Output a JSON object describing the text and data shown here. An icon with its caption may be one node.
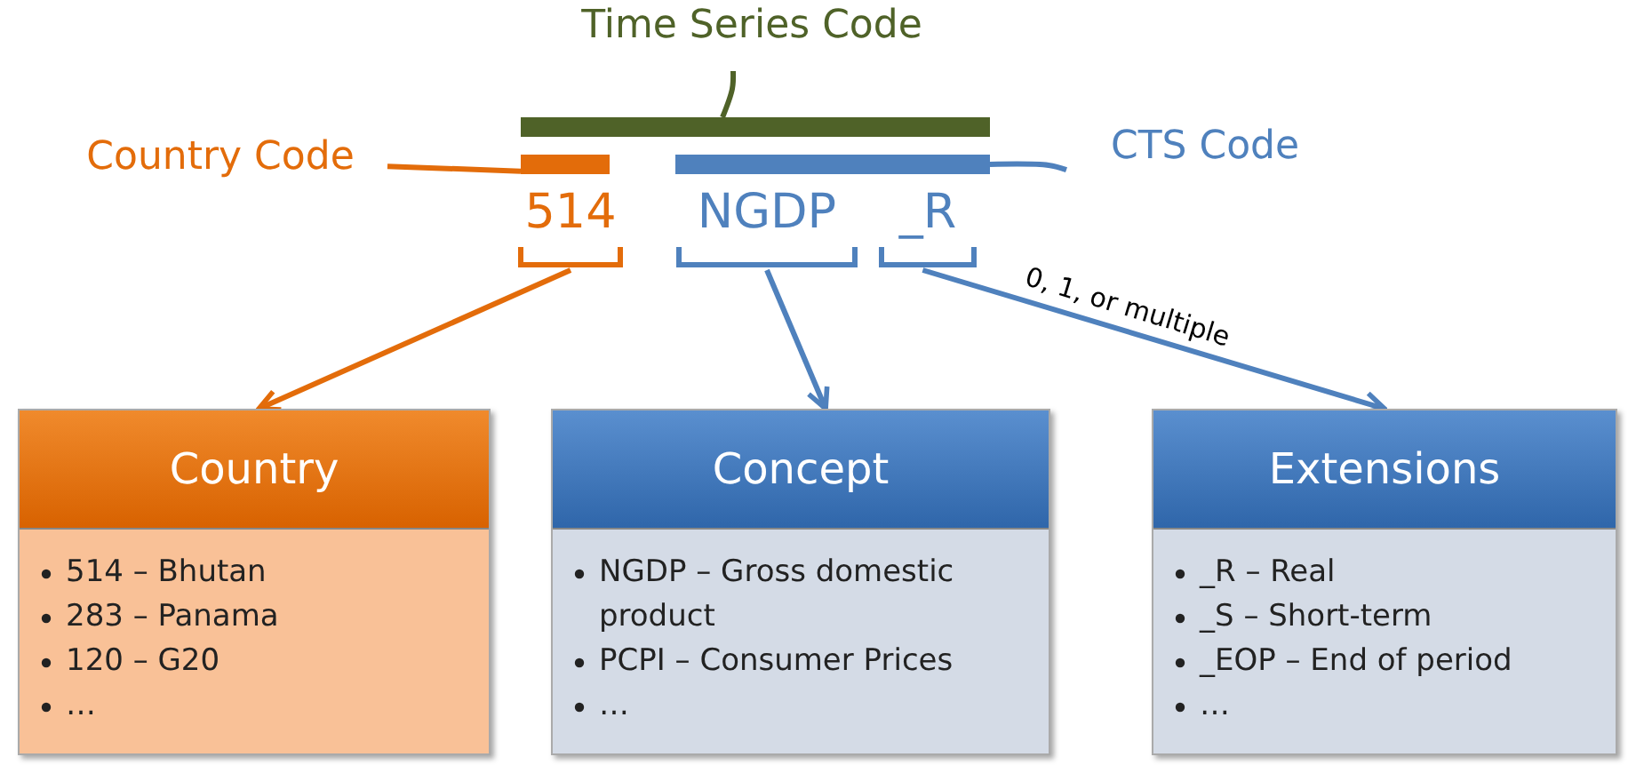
{
  "diagram": {
    "nodes": [
      {
        "text": [
          "Time Series Code"
        ]
      },
      {
        "text": [],
        "shape": "bar"
      },
      {
        "text": [
          "Country Code"
        ]
      },
      {
        "text": [],
        "shape": "bar"
      },
      {
        "text": [
          "CTS Code"
        ]
      },
      {
        "text": [],
        "shape": "bar"
      },
      {
        "text": [
          "514"
        ]
      },
      {
        "text": [
          "NGDP"
        ]
      },
      {
        "text": [
          "_R"
        ]
      },
      {
        "text": [
          "Country",
          "514 – Bhutan",
          "283 – Panama",
          "120 – G20",
          "…"
        ]
      },
      {
        "text": [
          "Concept",
          "NGDP – Gross domestic product",
          "PCPI – Consumer Prices",
          "…"
        ]
      },
      {
        "text": [
          "Extensions",
          "_R – Real",
          "_S – Short-term",
          "_EOP – End of period",
          "…"
        ]
      }
    ],
    "edges": [
      {
        "from": 0,
        "to": 1,
        "arrow": "none",
        "color": "#4f6228"
      },
      {
        "from": 2,
        "to": 3,
        "arrow": "none",
        "color": "#e36c0a"
      },
      {
        "from": 4,
        "to": 5,
        "arrow": "none"
      },
      {
        "from": 6,
        "to": 9,
        "arrow": "to",
        "color": "#e36c0a"
      },
      {
        "from": 7,
        "to": 10,
        "arrow": "to"
      },
      {
        "from": 8,
        "to": 11,
        "arrow": "to",
        "label": "0, 1, or multiple"
      }
    ]
  }
}
